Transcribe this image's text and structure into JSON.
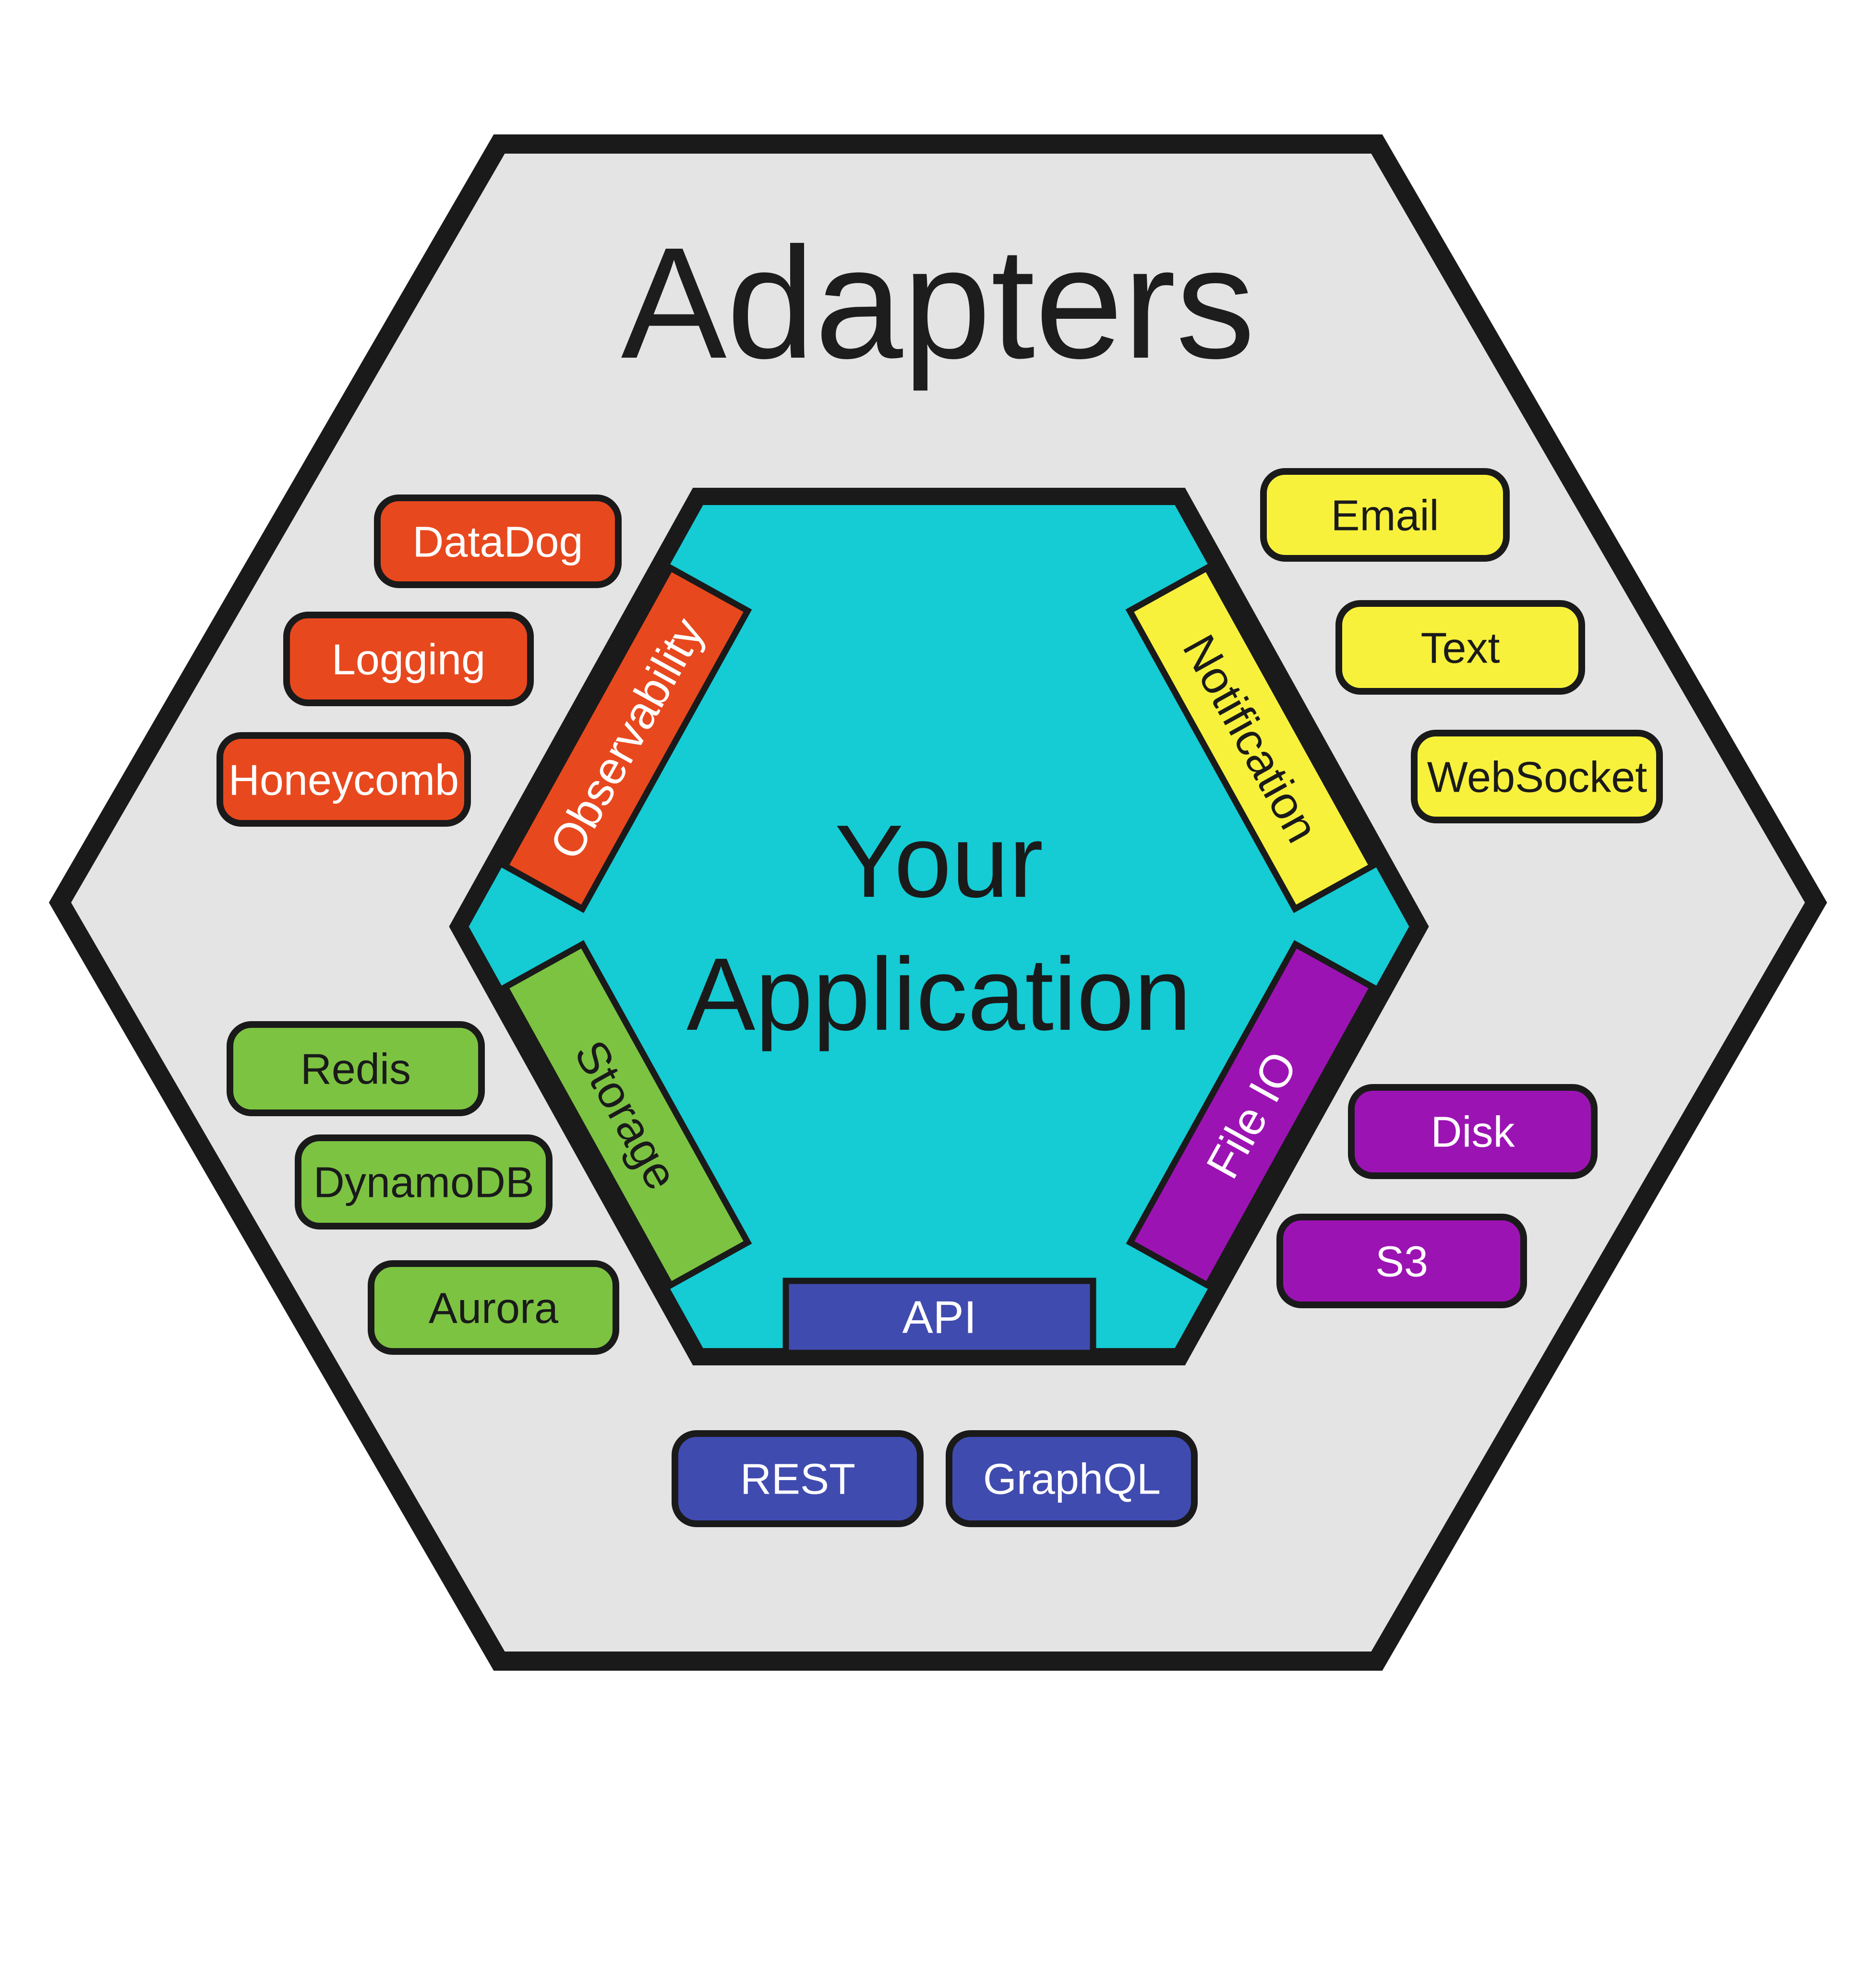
{
  "title": "Adapters",
  "canvas": {
    "background": "#FFFFFF",
    "outer_fill": "#E4E4E4",
    "stroke": "#1A1A1A",
    "title_color": "#1D1D1D"
  },
  "core": {
    "line1": "Your",
    "line2": "Application",
    "color": "#15CBD4",
    "text_color": "#1A1A1A"
  },
  "ports": {
    "observability": {
      "label": "Observability",
      "color": "#E8481E",
      "text_color": "#FFFFFF"
    },
    "notification": {
      "label": "Notification",
      "color": "#F7F13C",
      "text_color": "#1A1A1A"
    },
    "storage": {
      "label": "Storage",
      "color": "#7CC342",
      "text_color": "#1A1A1A"
    },
    "file_io": {
      "label": "File IO",
      "color": "#9C13B3",
      "text_color": "#FFFFFF"
    },
    "api": {
      "label": "API",
      "color": "#404BB0",
      "text_color": "#FFFFFF"
    }
  },
  "adapters": {
    "observability": [
      {
        "label": "DataDog"
      },
      {
        "label": "Logging"
      },
      {
        "label": "Honeycomb"
      }
    ],
    "notification": [
      {
        "label": "Email"
      },
      {
        "label": "Text"
      },
      {
        "label": "WebSocket"
      }
    ],
    "storage": [
      {
        "label": "Redis"
      },
      {
        "label": "DynamoDB"
      },
      {
        "label": "Aurora"
      }
    ],
    "file_io": [
      {
        "label": "Disk"
      },
      {
        "label": "S3"
      }
    ],
    "api": [
      {
        "label": "REST"
      },
      {
        "label": "GraphQL"
      }
    ]
  }
}
